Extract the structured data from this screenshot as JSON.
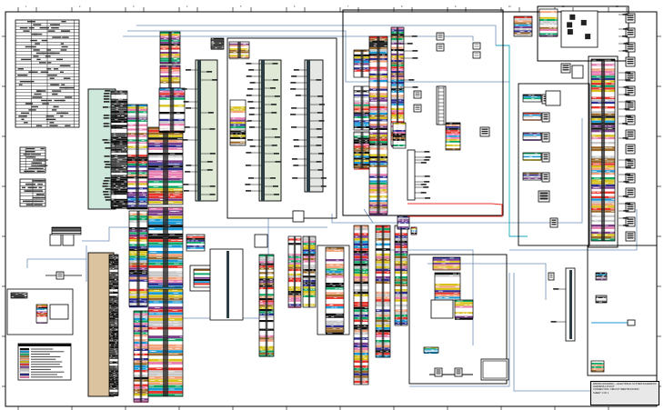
{
  "document": {
    "type": "electrical-wiring-schematic",
    "sheet_border_ticks": {
      "top_labels": [
        "1",
        "2",
        "3",
        "4",
        "5",
        "6",
        "7",
        "8",
        "9",
        "10",
        "11",
        "12"
      ],
      "side_labels": [
        "A",
        "B",
        "C",
        "D",
        "E",
        "F",
        "G",
        "H"
      ]
    }
  },
  "palette": {
    "wire_colors": [
      "#e8352b",
      "#1a9ad6",
      "#0fa868",
      "#d8c21a",
      "#9b6a2a",
      "#111111",
      "#ffffff",
      "#c7c7c7",
      "#f2a27a",
      "#7a3e8a",
      "#e87fb0",
      "#2f2f8f"
    ],
    "connector_bg_mint": "#cfe8dc",
    "connector_bg_sage": "#dfe9d6",
    "connector_bg_grey": "#e4e7e4",
    "connector_bg_tan": "#dcc3a0",
    "route_line": "#6f8fb5",
    "frame_line": "#000000",
    "highlight_red": "#e8352b",
    "highlight_cyan": "#18a4b8"
  },
  "blocks": {
    "top_left_table": {
      "name": "connector-pin-table",
      "rows": 34
    },
    "symbol_legend": {
      "name": "symbol-legend",
      "rows": 9
    },
    "abbrev_table": {
      "name": "abbreviation-table",
      "rows": 8
    },
    "wire_color_legend": {
      "name": "wire-color-legend",
      "swatches": [
        "#111111",
        "#1a9ad6",
        "#0fa868",
        "#9b6a2a",
        "#f2a27a",
        "#d8c21a",
        "#e8352b",
        "#7a3e8a",
        "#c7c7c7",
        "#ffffff",
        "#2f2f8f",
        "#e87fb0"
      ]
    },
    "title_block": {
      "lines": [
        "WIRING DIAGRAM — ELECTRICAL SYSTEM SCHEMATIC",
        "HARNESS LAYOUT",
        "CONNECTOR / CIRCUIT IDENTIFICATION",
        "SHEET 1 OF 1"
      ]
    }
  }
}
